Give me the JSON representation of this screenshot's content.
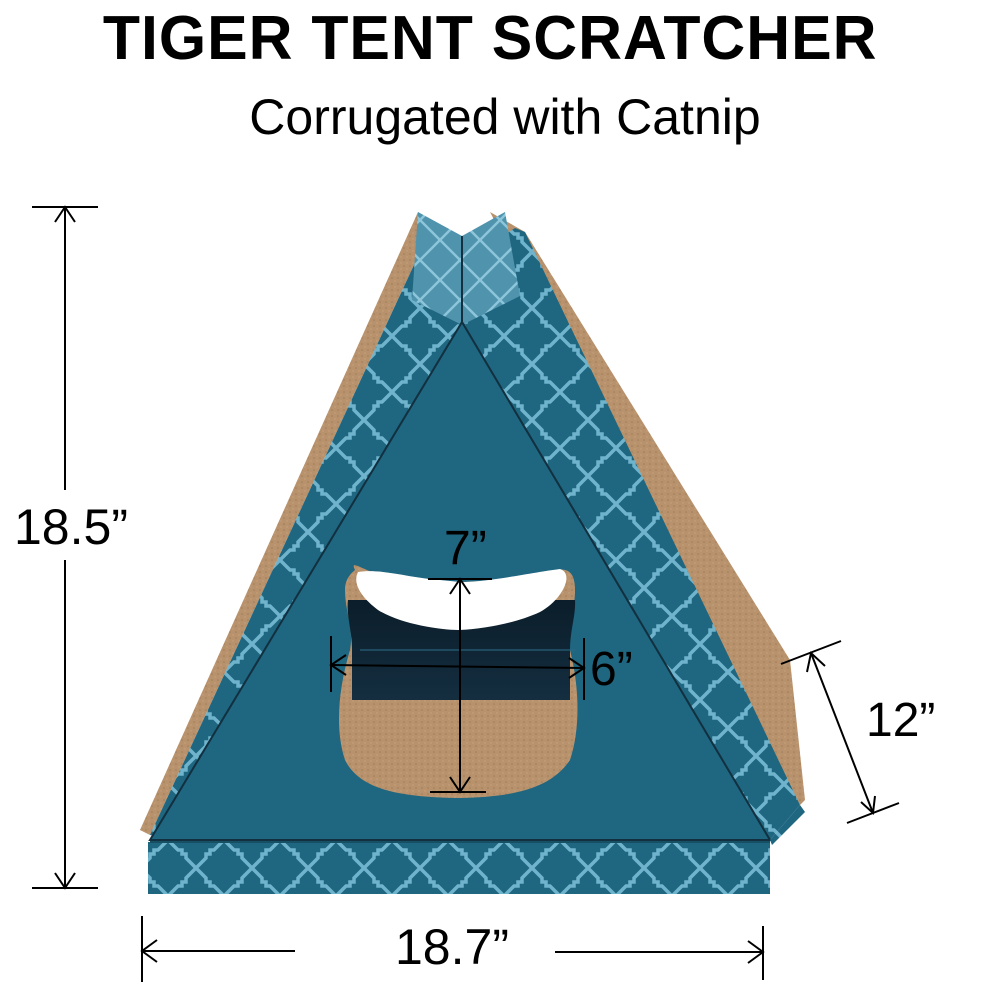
{
  "header": {
    "title": "TIGER TENT SCRATCHER",
    "subtitle": "Corrugated with Catnip"
  },
  "dimensions": {
    "height": "18.5”",
    "width": "18.7”",
    "depth": "12”",
    "opening_height": "7”",
    "opening_width": "6”"
  },
  "colors": {
    "teal": "#1f6680",
    "teal_dark": "#174f64",
    "pattern": "#6fb4cc",
    "cardboard": "#b5906b",
    "text": "#000000"
  }
}
